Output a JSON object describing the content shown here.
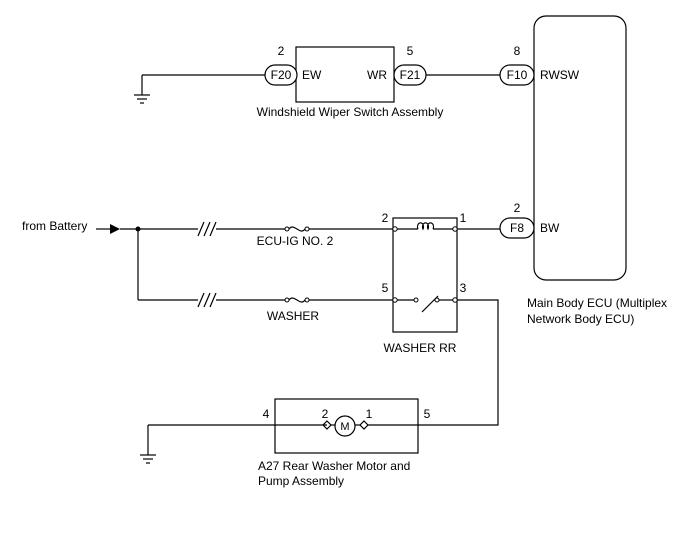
{
  "switch_assembly": {
    "label": "Windshield Wiper Switch Assembly",
    "left_terminal": "EW",
    "right_terminal": "WR",
    "left_connector": "F20",
    "left_pin": "2",
    "right_connector": "F21",
    "right_pin": "5"
  },
  "ecu": {
    "label_line1": "Main Body ECU (Multiplex",
    "label_line2": "Network Body ECU)",
    "rwsw_connector": "F10",
    "rwsw_pin": "8",
    "rwsw_terminal": "RWSW",
    "bw_connector": "F8",
    "bw_pin": "2",
    "bw_terminal": "BW"
  },
  "battery": {
    "label": "from Battery"
  },
  "fuses": {
    "ecu_ig": "ECU-IG NO. 2",
    "washer": "WASHER"
  },
  "relay": {
    "label": "WASHER RR",
    "pin_top_left": "2",
    "pin_top_right": "1",
    "pin_bottom_left": "5",
    "pin_bottom_right": "3"
  },
  "motor": {
    "label_line1": "A27 Rear Washer Motor and",
    "label_line2": "Pump Assembly",
    "symbol": "M",
    "pin_left": "4",
    "pin_motor_left": "2",
    "pin_motor_right": "1",
    "pin_right": "5"
  }
}
